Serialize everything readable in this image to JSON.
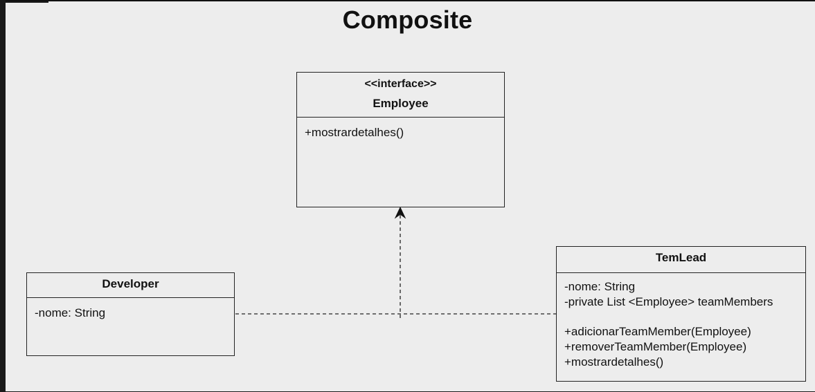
{
  "title": "Composite",
  "classes": {
    "employee": {
      "stereotype": "<<interface>>",
      "name": "Employee",
      "members": [
        "+mostrardetalhes()"
      ]
    },
    "developer": {
      "name": "Developer",
      "members": [
        "-nome: String"
      ]
    },
    "temlead": {
      "name": "TemLead",
      "attributes": [
        "-nome: String",
        "-private List <Employee> teamMembers"
      ],
      "methods": [
        "+adicionarTeamMember(Employee)",
        "+removerTeamMember(Employee)",
        "+mostrardetalhes()"
      ]
    }
  },
  "relations": [
    {
      "from": "Developer",
      "to": "Employee",
      "style": "dashed",
      "arrow": "open-arrow"
    },
    {
      "from": "TemLead",
      "to": "Employee",
      "style": "dashed",
      "arrow": "open-arrow"
    }
  ]
}
